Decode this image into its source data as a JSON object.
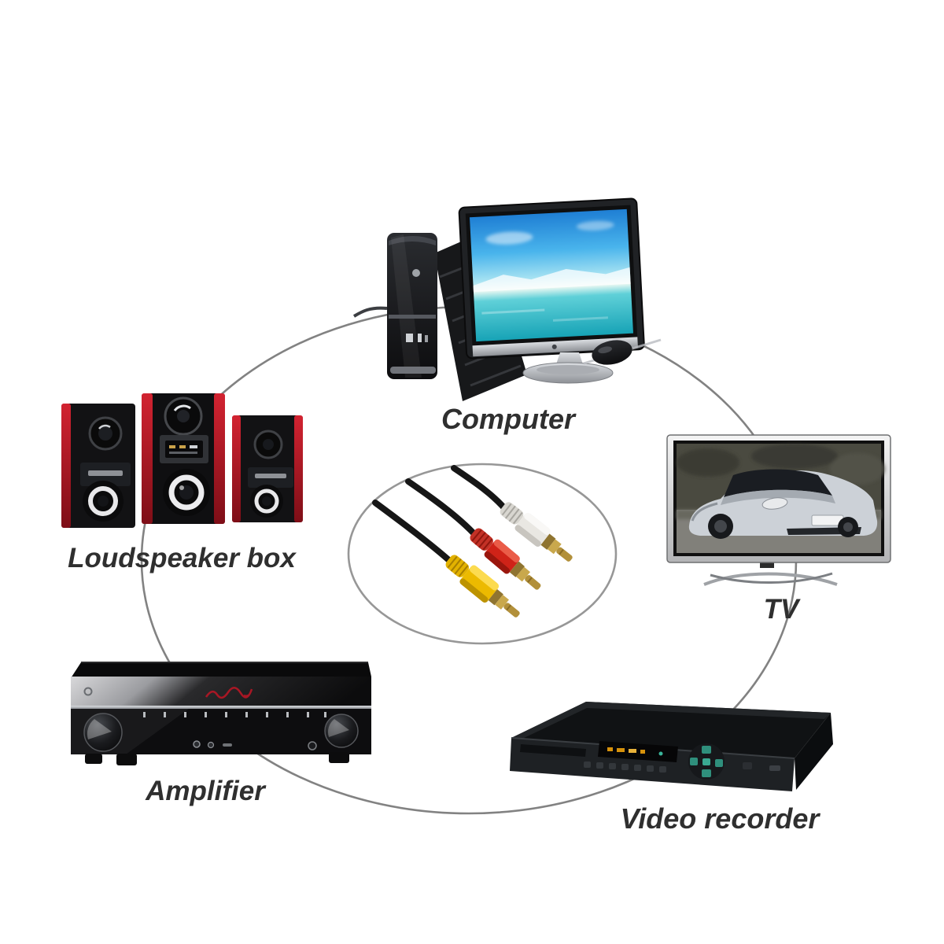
{
  "diagram": {
    "type": "av-cable-compatibility-diagram",
    "background": "#ffffff",
    "connection_line_color": "#828282",
    "label_color": "#2f2f2f",
    "devices": [
      {
        "id": "computer",
        "label": "Computer"
      },
      {
        "id": "tv",
        "label": "TV"
      },
      {
        "id": "loudspeaker-box",
        "label": "Loudspeaker box"
      },
      {
        "id": "amplifier",
        "label": "Amplifier"
      },
      {
        "id": "video-recorder",
        "label": "Video recorder"
      }
    ],
    "center_item": {
      "name": "3-rca-av-cable",
      "cable_color": "#161616",
      "connectors": [
        {
          "name": "yellow-video-plug",
          "color": "#ecba00"
        },
        {
          "name": "red-audio-plug",
          "color": "#cf2318"
        },
        {
          "name": "white-audio-plug",
          "color": "#e9e7e2"
        }
      ],
      "plug_metal_color": "#b2903a"
    },
    "accents": {
      "speaker_red": "#bb1522",
      "amp_logo_red": "#c01525",
      "screen_blue": "#2b86d8",
      "screen_teal": "#1fa3b6"
    }
  }
}
